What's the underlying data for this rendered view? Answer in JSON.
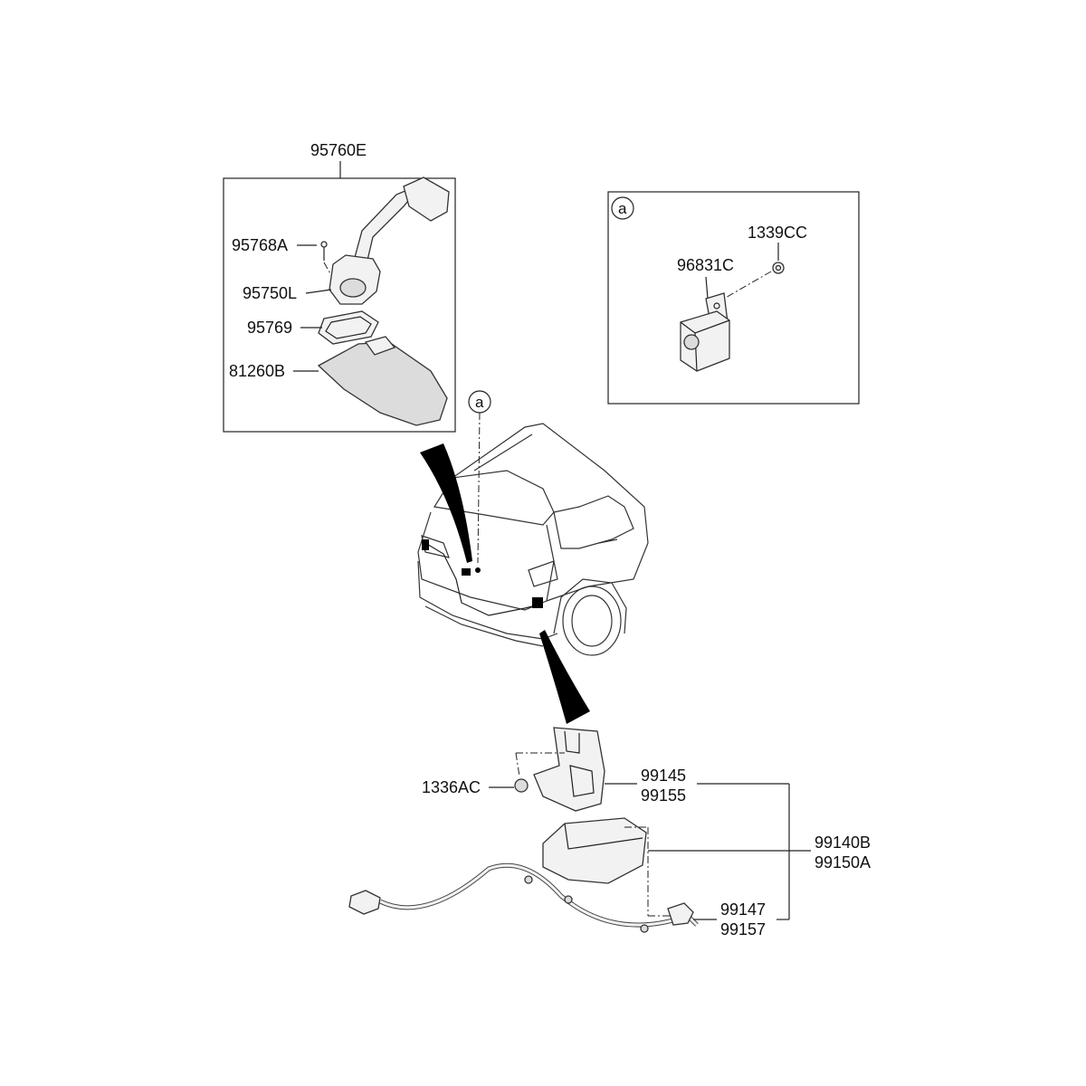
{
  "labels": {
    "assembly_camera": "95760E",
    "screw": "95768A",
    "camera": "95750L",
    "gasket": "95769",
    "lamp_housing": "81260B",
    "bolt_a": "1339CC",
    "sensor": "96831C",
    "nut": "1336AC",
    "bracket_1": "99145",
    "bracket_2": "99155",
    "unit_1": "99140B",
    "unit_2": "99150A",
    "harness_1": "99147",
    "harness_2": "99157"
  },
  "callouts": {
    "detail_a_box": "a",
    "detail_a_car": "a"
  },
  "colors": {
    "line": "#222222",
    "part_fill": "#f2f2f2",
    "arrow": "#000000"
  }
}
